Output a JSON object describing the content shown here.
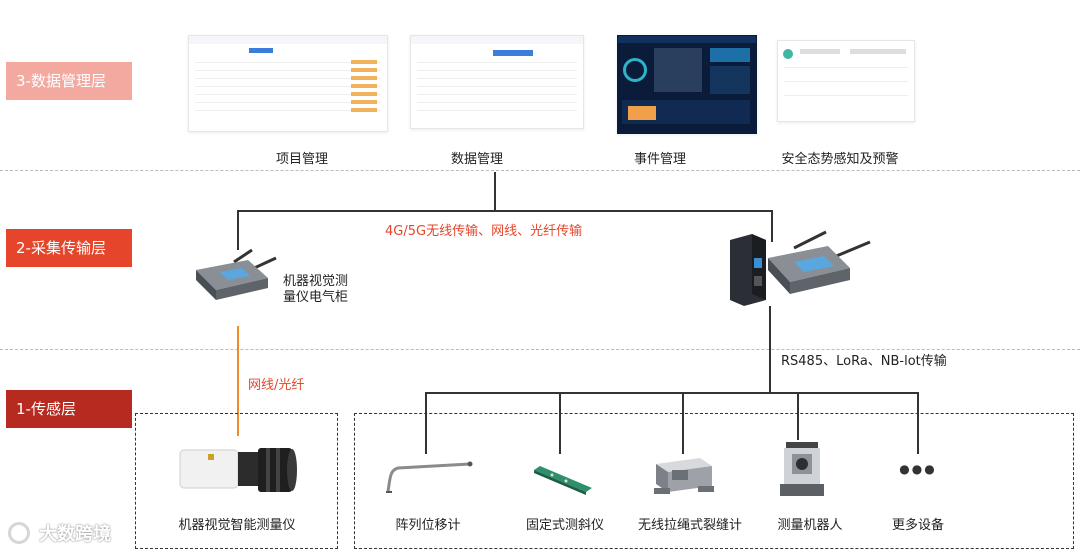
{
  "layers": {
    "l3": "3-数据管理层",
    "l2": "2-采集传输层",
    "l1": "1-传感层"
  },
  "colors": {
    "l3_bg": "#f3a9a0",
    "l2_bg": "#e5462b",
    "l1_bg": "#b72a1f",
    "accent_orange": "#f08a24",
    "text_red": "#e5462b"
  },
  "management": {
    "items": [
      "项目管理",
      "数据管理",
      "事件管理",
      "安全态势感知及预警"
    ]
  },
  "transmission": {
    "wireless_label": "4G/5G无线传输、网线、光纤传输",
    "cabinet_label_line1": "机器视觉测",
    "cabinet_label_line2": "量仪电气柜",
    "sensor_protocol_label": "RS485、LoRa、NB-lot传输",
    "cable_label": "网线/光纤"
  },
  "sensors": {
    "vision": "机器视觉智能测量仪",
    "items": [
      "阵列位移计",
      "固定式测斜仪",
      "无线拉绳式裂缝计",
      "测量机器人",
      "更多设备"
    ],
    "more_glyph": "●●●"
  },
  "watermark": {
    "text": "大数跨境"
  }
}
